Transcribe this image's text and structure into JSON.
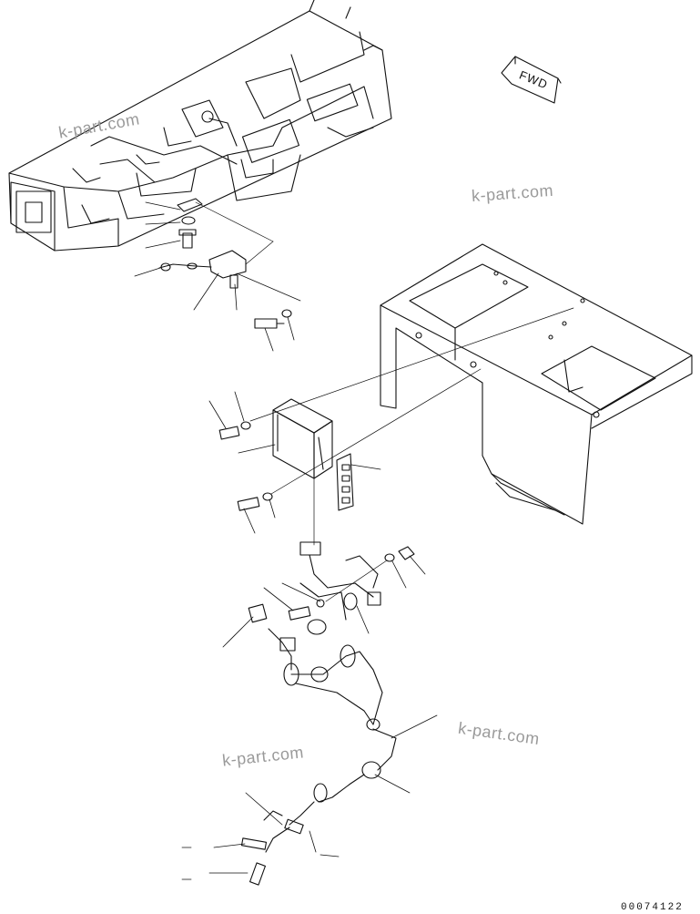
{
  "direction_marker": {
    "label": "FWD"
  },
  "watermarks": [
    "k-part.com",
    "k-part.com",
    "k-part.com",
    "k-part.com"
  ],
  "drawing_number": "00074122"
}
